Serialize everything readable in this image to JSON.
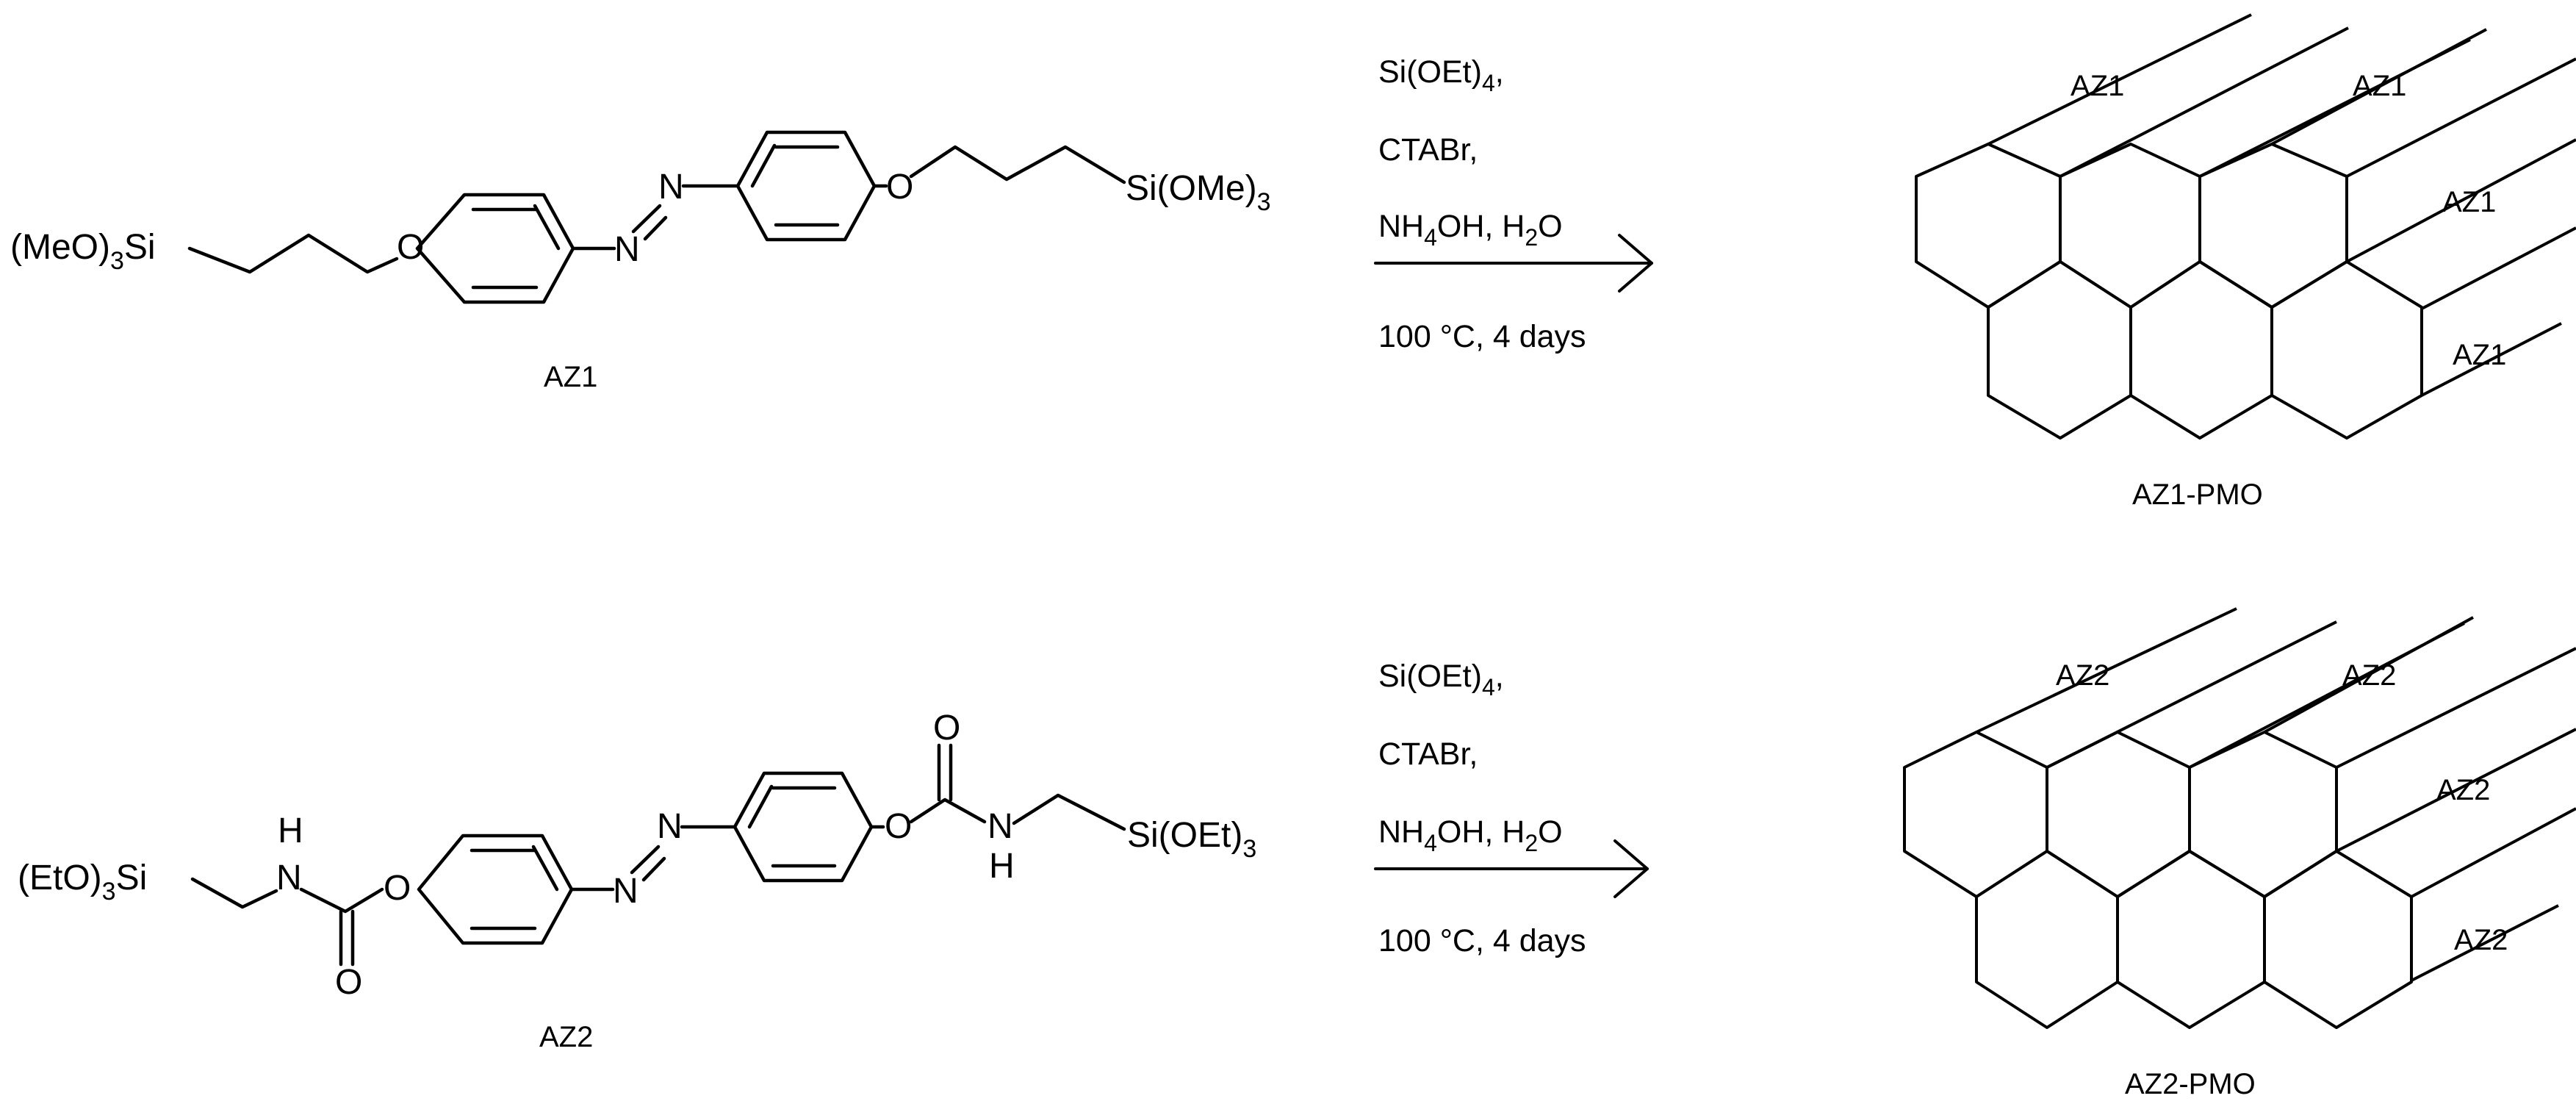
{
  "row1": {
    "left_group": "(MeO)",
    "left_sub": "3",
    "left_si": "Si",
    "o_left": "O",
    "n_top": "N",
    "n_bottom": "N",
    "o_right": "O",
    "right_group": "Si(OMe)",
    "right_sub": "3",
    "caption": "AZ1",
    "cond_a": "Si(OEt)",
    "cond_a_sub": "4",
    "cond_a_tail": ",",
    "cond_b": "CTABr,",
    "cond_c1": "NH",
    "cond_c_sub": "4",
    "cond_c2": "OH, H",
    "cond_c_sub2": "2",
    "cond_c3": "O",
    "cond_d": "100 °C, 4 days",
    "product_label": "AZ1",
    "product_caption": "AZ1-PMO"
  },
  "row2": {
    "left_group": "(EtO)",
    "left_sub": "3",
    "left_si": "Si",
    "nh_left_h": "H",
    "nh_left_n": "N",
    "o_ester_left": "O",
    "o_carbonyl_left": "O",
    "n_top": "N",
    "n_bottom": "N",
    "o_ester_right": "O",
    "o_carbonyl_right": "O",
    "nh_right_n": "N",
    "nh_right_h": "H",
    "right_group": "Si(OEt)",
    "right_sub": "3",
    "caption": "AZ2",
    "cond_a": "Si(OEt)",
    "cond_a_sub": "4",
    "cond_a_tail": ",",
    "cond_b": "CTABr,",
    "cond_c1": "NH",
    "cond_c_sub": "4",
    "cond_c2": "OH, H",
    "cond_c_sub2": "2",
    "cond_c3": "O",
    "cond_d": "100 °C, 4 days",
    "product_label": "AZ2",
    "product_caption": "AZ2-PMO"
  }
}
